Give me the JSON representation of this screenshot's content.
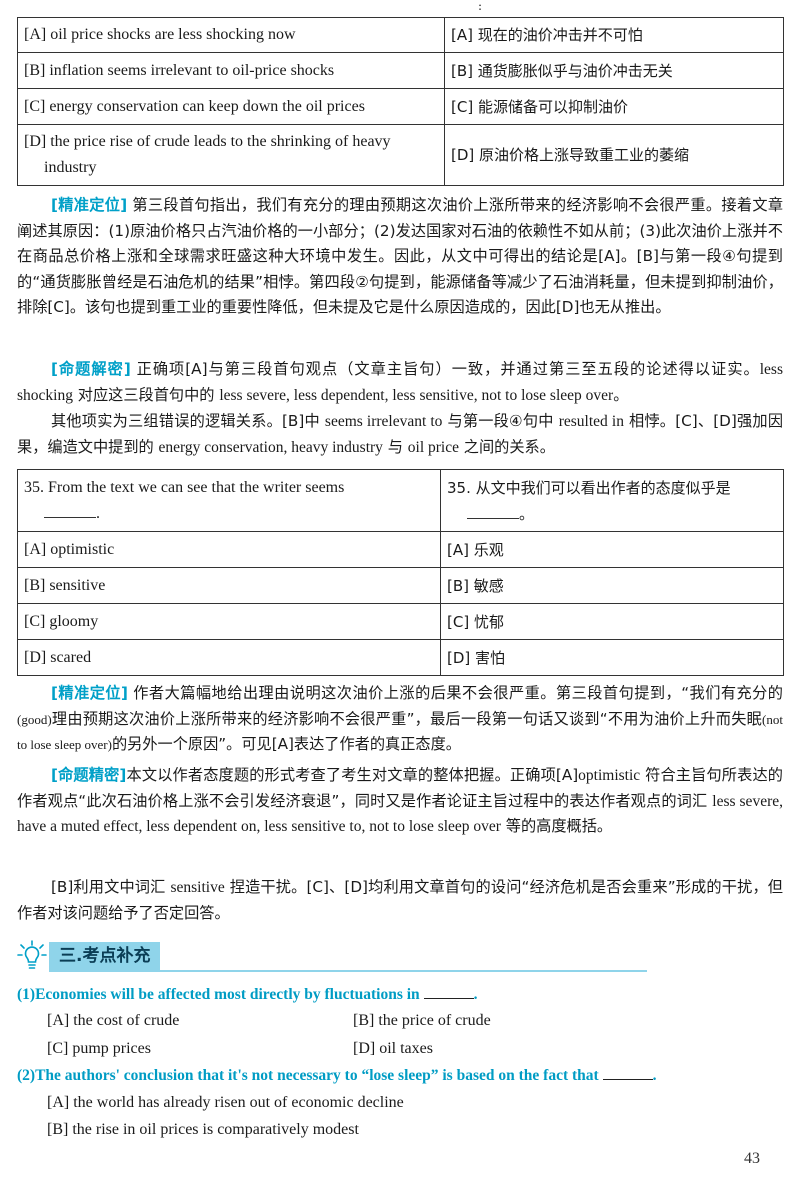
{
  "top_mark": ":",
  "q34_table": {
    "rows": [
      {
        "en": "[A] oil price shocks are less shocking now",
        "zh": "[A] 现在的油价冲击并不可怕"
      },
      {
        "en": "[B] inflation seems irrelevant to oil-price shocks",
        "zh": "[B] 通货膨胀似乎与油价冲击无关"
      },
      {
        "en": "[C] energy conservation can keep down the oil prices",
        "zh": "[C] 能源储备可以抑制油价"
      },
      {
        "en": "[D] the price rise of crude leads to the shrinking of heavy industry",
        "zh": "[D] 原油价格上涨导致重工业的萎缩"
      }
    ]
  },
  "q34_locate": {
    "tag": "[精准定位]",
    "text": " 第三段首句指出，我们有充分的理由预期这次油价上涨所带来的经济影响不会很严重。接着文章阐述其原因：(1)原油价格只占汽油价格的一小部分；(2)发达国家对石油的依赖性不如从前；(3)此次油价上涨并不在商品总价格上涨和全球需求旺盛这种大环境中发生。因此，从文中可得出的结论是[A]。[B]与第一段④句提到的“通货膨胀曾经是石油危机的结果”相悖。第四段②句提到，能源储备等减少了石油消耗量，但未提到抑制油价，排除[C]。该句也提到重工业的重要性降低，但未提及它是什么原因造成的，因此[D]也无从推出。"
  },
  "q34_analysis": {
    "tag": "[命题解密]",
    "text1": " 正确项[A]与第三段首句观点（文章主旨句）一致，并通过第三至五段的论述得以证实。",
    "en1": "less shocking",
    "text2": " 对应这三段首句中的 ",
    "en2": "less severe, less dependent, less sensitive, not to lose sleep over",
    "text3": "。"
  },
  "q34_other": {
    "text1": "其他项实为三组错误的逻辑关系。[B]中 ",
    "en1": "seems irrelevant to",
    "text2": " 与第一段④句中 ",
    "en2": "resulted in",
    "text3": " 相悖。[C]、[D]强加因果，编造文中提到的 ",
    "en3": "energy conservation, heavy industry",
    "text4": " 与 ",
    "en4": "oil price",
    "text5": " 之间的关系。"
  },
  "q35_table": {
    "stem_en": "35. From the text we can see that the writer seems",
    "stem_en_end": ".",
    "stem_zh": "35. 从文中我们可以看出作者的态度似乎是",
    "stem_zh_end": "。",
    "rows": [
      {
        "en": "[A] optimistic",
        "zh": "[A] 乐观"
      },
      {
        "en": "[B] sensitive",
        "zh": "[B] 敏感"
      },
      {
        "en": "[C] gloomy",
        "zh": "[C] 忧郁"
      },
      {
        "en": "[D] scared",
        "zh": "[D] 害怕"
      }
    ]
  },
  "q35_locate": {
    "tag": "[精准定位]",
    "text1": " 作者大篇幅地给出理由说明这次油价上涨的后果不会很严重。第三段首句提到，“我们有充分的",
    "en1": "(good)",
    "text2": "理由预期这次油价上涨所带来的经济影响不会很严重”，最后一段第一句话又谈到“不用为油价上升而失眠",
    "en2": "(not to lose sleep over)",
    "text3": "的另外一个原因”。可见[A]表达了作者的真正态度。"
  },
  "q35_analysis": {
    "tag": "[命题精密]",
    "text1": "本文以作者态度题的形式考查了考生对文章的整体把握。正确项[A]",
    "en1": "optimistic",
    "text2": " 符合主旨句所表达的作者观点“此次石油价格上涨不会引发经济衰退”，同时又是作者论证主旨过程中的表达作者观点的词汇 ",
    "en2": "less severe, have a muted effect, less dependent on, less sensitive to, not to lose sleep over",
    "text3": " 等的高度概括。"
  },
  "q35_other": {
    "text1": "[B]利用文中词汇 ",
    "en1": "sensitive",
    "text2": " 捏造干扰。[C]、[D]均利用文章首句的设问“经济危机是否会重来”形成的干扰，但作者对该问题给予了否定回答。"
  },
  "section": {
    "title": "三.考点补充",
    "icon": "lightbulb-icon",
    "accent": "#8fd4ea"
  },
  "extra_q1": {
    "stem": "(1)Economies will be affected most directly by fluctuations in",
    "stem_end": ".",
    "options": [
      "[A] the cost of crude",
      "[B] the price of crude",
      "[C] pump prices",
      "[D] oil taxes"
    ]
  },
  "extra_q2": {
    "stem": "(2)The authors' conclusion that it's not necessary to “lose sleep” is based on the fact that",
    "stem_end": ".",
    "options": [
      "[A] the world has already risen out of economic decline",
      "[B] the rise in oil prices is comparatively modest"
    ]
  },
  "page_number": "43",
  "colors": {
    "tag": "#00a0c8",
    "question": "#009cc4"
  }
}
